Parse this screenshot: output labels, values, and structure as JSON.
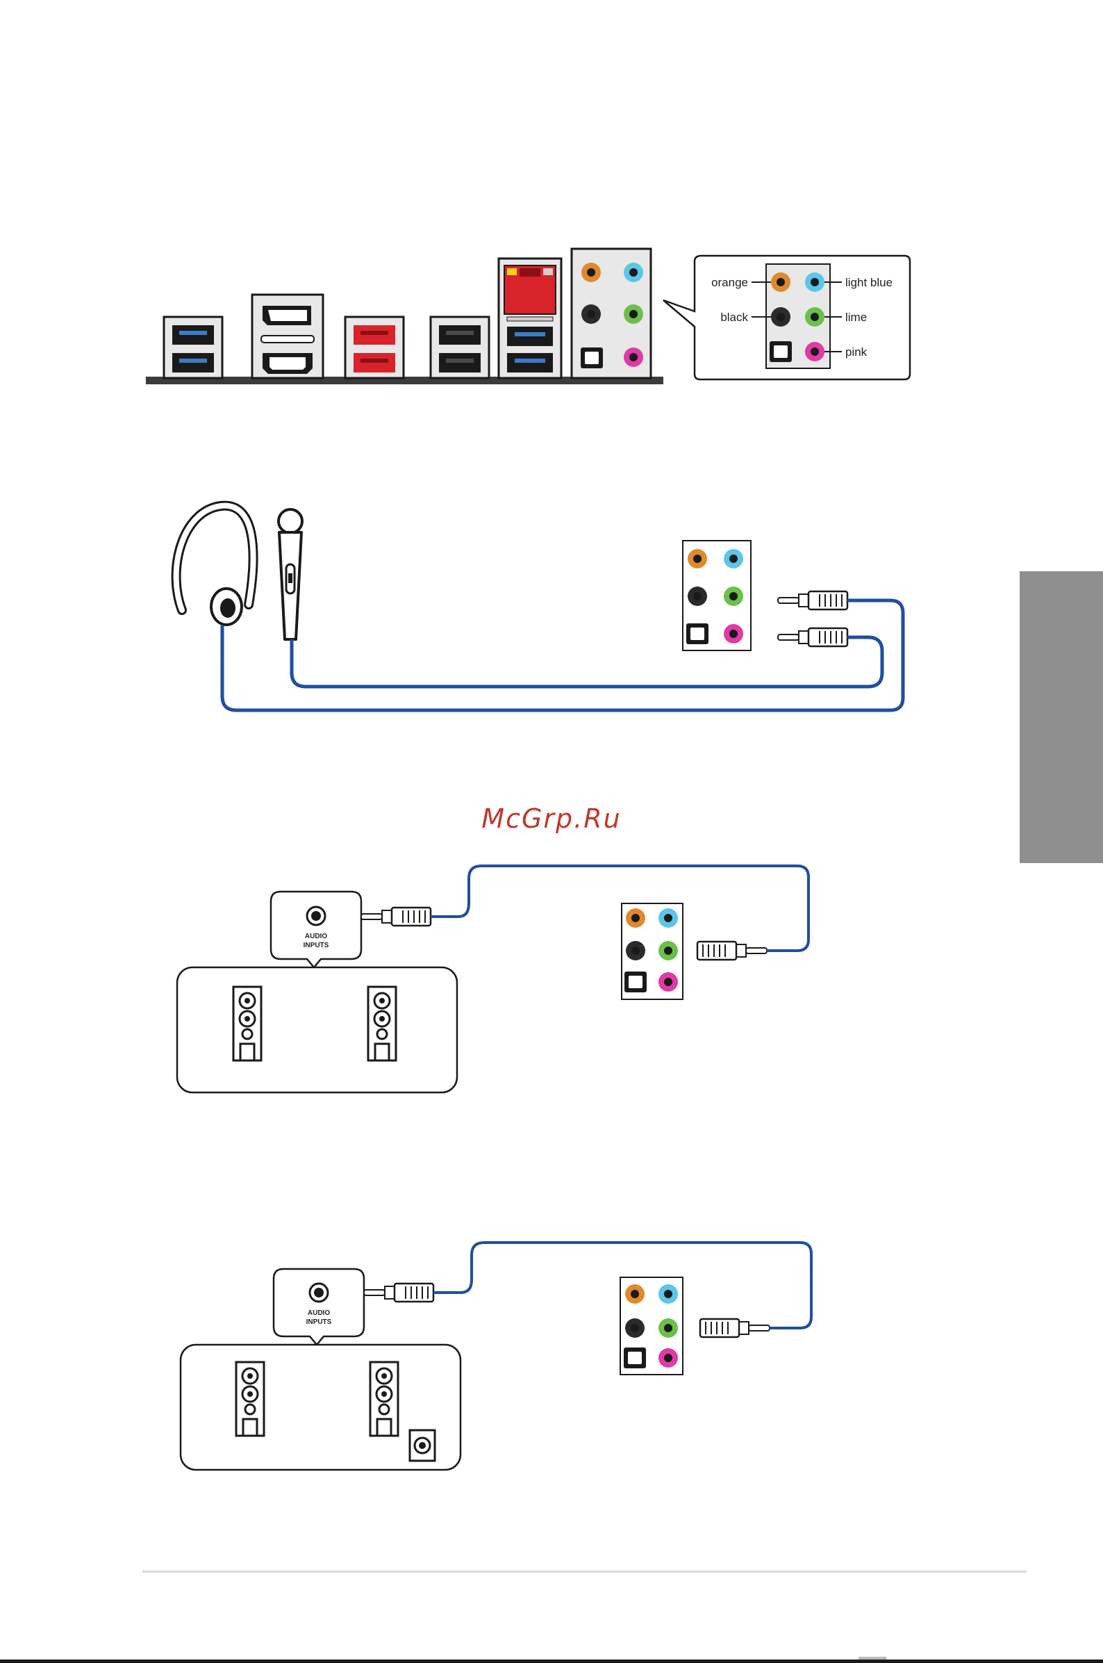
{
  "legend": {
    "orange": "orange",
    "black": "black",
    "light_blue": "light blue",
    "lime": "lime",
    "pink": "pink"
  },
  "speaker_box_1": {
    "label_line1": "AUDIO",
    "label_line2": "INPUTS"
  },
  "speaker_box_2": {
    "label_line1": "AUDIO",
    "label_line2": "INPUTS"
  },
  "watermark": "McGrp.Ru",
  "colors": {
    "orange": "#e08a2c",
    "black": "#2b2b2b",
    "light_blue": "#5bc6e8",
    "lime": "#6cc04a",
    "pink": "#e03aa6",
    "usb_blue": "#3a7dc9",
    "usb_red": "#d9232a",
    "lan_red": "#d9232a",
    "cable": "#1f4fa0",
    "side_tab": "#8f8f8f"
  },
  "icons": [
    "headphones-icon",
    "microphone-icon",
    "speaker-icon",
    "subwoofer-icon",
    "audio-plug-icon",
    "optical-spdif-icon"
  ]
}
